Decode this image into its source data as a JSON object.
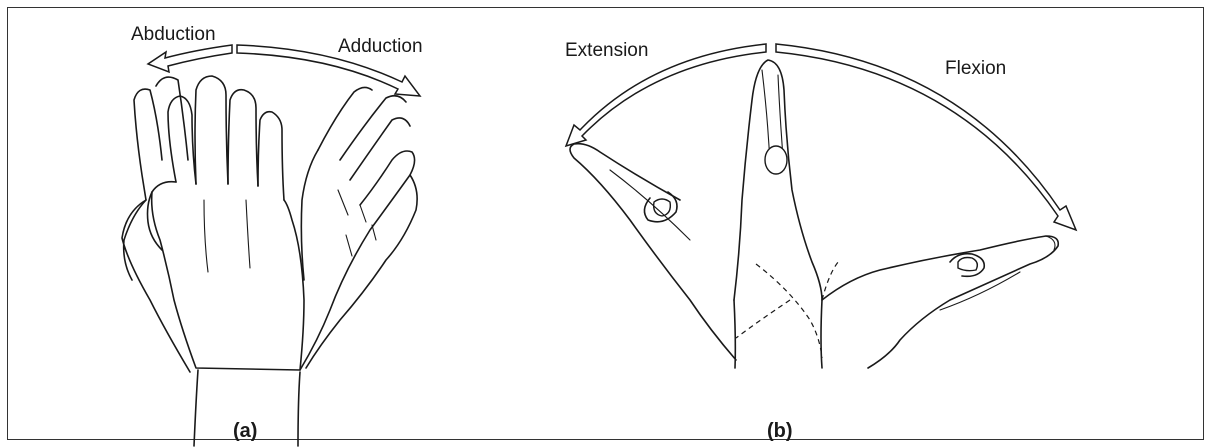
{
  "panel_a": {
    "label": "(a)",
    "motion_left": "Abduction",
    "motion_right": "Adduction"
  },
  "panel_b": {
    "label": "(b)",
    "motion_left": "Extension",
    "motion_right": "Flexion"
  }
}
